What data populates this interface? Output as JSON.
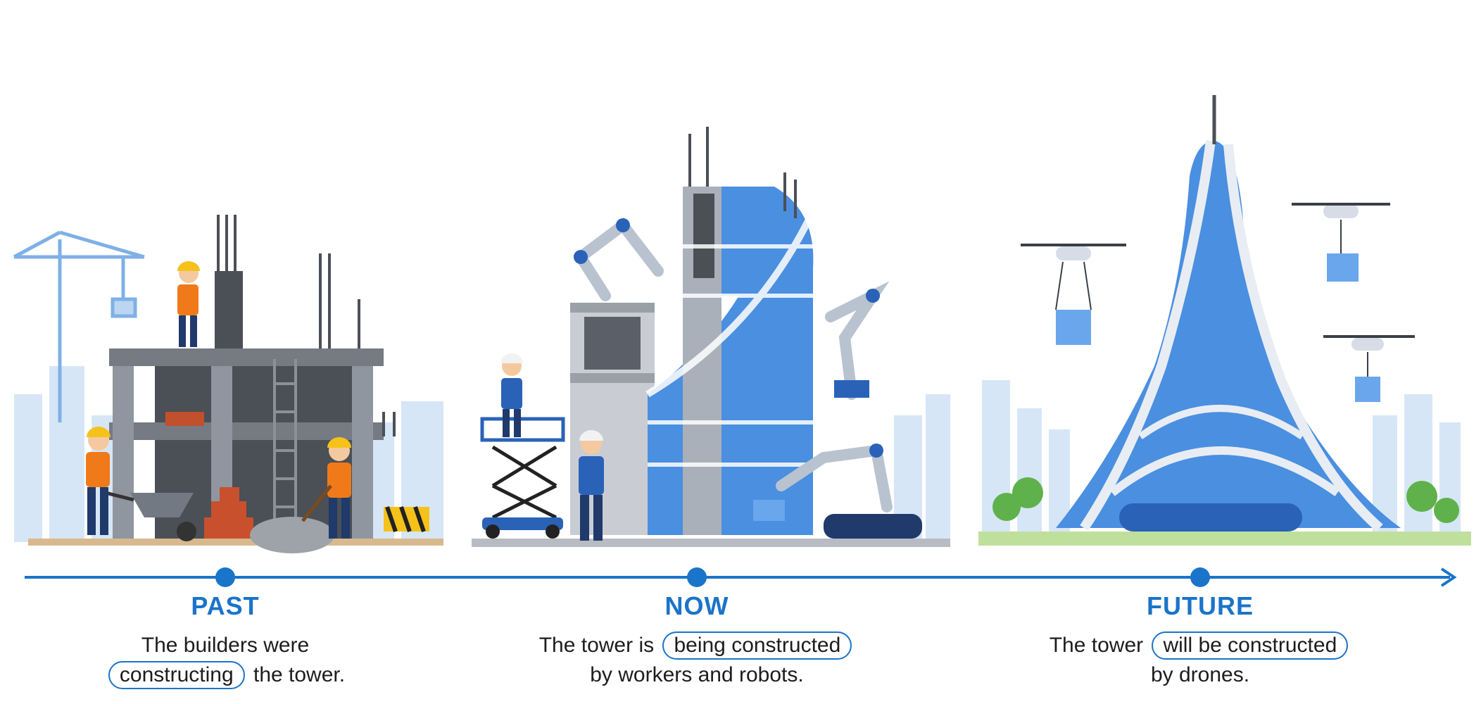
{
  "eras": [
    {
      "title": "PAST",
      "before": "The builders were",
      "highlight": "constructing",
      "after": "the tower."
    },
    {
      "title": "NOW",
      "before": "The tower is",
      "highlight": "being constructed",
      "after": "by workers and robots."
    },
    {
      "title": "FUTURE",
      "before": "The tower",
      "highlight": "will be constructed",
      "after": "by drones."
    }
  ],
  "colors": {
    "accent": "#1a74c9",
    "glass": "#4a8fe0",
    "concrete": "#8a8f98",
    "safety_vest": "#f07a1a",
    "hard_hat": "#f5c21b",
    "skyline": "#cfe1f5"
  }
}
